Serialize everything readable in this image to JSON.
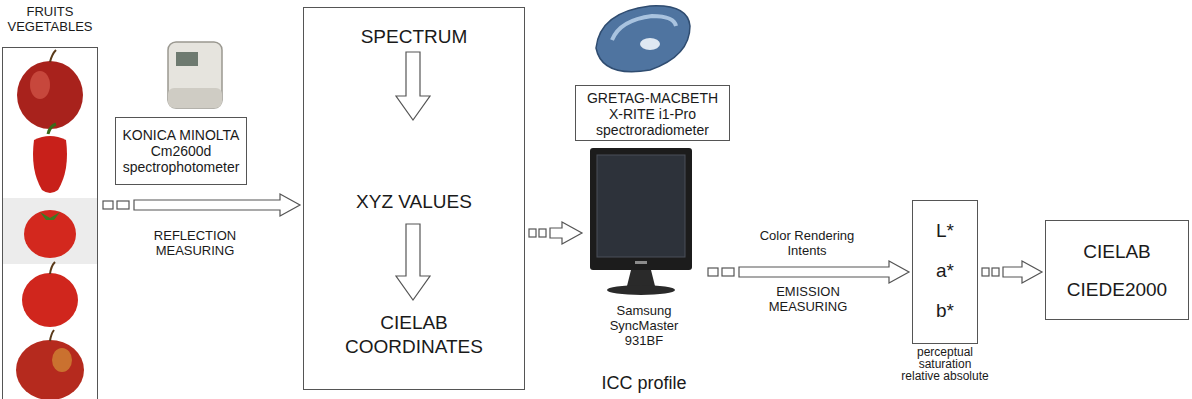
{
  "diagram": {
    "nodes": [
      {
        "text": [
          "FRUITS VEGETABLES"
        ]
      },
      {
        "text": [
          "KONICA MINOLTA Cm2600d spectrophotometer"
        ]
      },
      {
        "text": [
          "SPECTRUM",
          "XYZ VALUES",
          "CIELAB COORDINATES"
        ]
      },
      {
        "text": [
          "GRETAG-MACBETH X-RITE i1-Pro spectroradiometer"
        ]
      },
      {
        "text": [
          "Samsung SyncMaster 931BF",
          "ICC profile"
        ]
      },
      {
        "text": [
          "L*",
          "a*",
          "b*",
          "perceptual saturation relative absolute"
        ]
      },
      {
        "text": [
          "CIELAB",
          "CIEDE2000"
        ]
      }
    ],
    "edges": [
      {
        "from": 0,
        "to": 2,
        "label": "REFLECTION MEASURING",
        "arrow": "to"
      },
      {
        "from": 2,
        "to": 4,
        "arrow": "to"
      },
      {
        "from": 4,
        "to": 5,
        "label": "Color Rendering Intents",
        "arrow": "to"
      },
      {
        "from": 5,
        "to": 6,
        "arrow": "to"
      }
    ],
    "labels": [
      "EMISSION MEASURING"
    ]
  }
}
